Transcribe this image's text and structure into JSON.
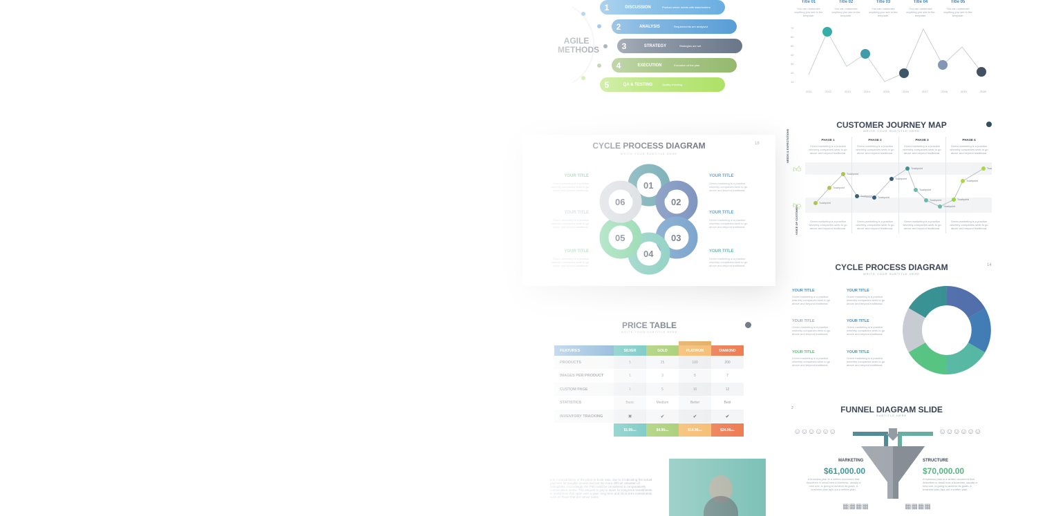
{
  "agile": {
    "title_line1": "AGILE",
    "title_line2": "METHODS",
    "steps": [
      {
        "num": "1",
        "label": "DISCUSSION",
        "desc": "Product owner meets with stakeholders",
        "color": "#2f8fd6"
      },
      {
        "num": "2",
        "label": "ANALYSIS",
        "desc": "Requirements are analysed",
        "color": "#1f7cc8"
      },
      {
        "num": "3",
        "label": "STRATEGY",
        "desc": "Strategies are set",
        "color": "#384b63"
      },
      {
        "num": "4",
        "label": "EXECUTION",
        "desc": "Execution of the plan",
        "color": "#6fa13c"
      },
      {
        "num": "5",
        "label": "QA & TESTING",
        "desc": "Quality checking",
        "color": "#8ed62a"
      }
    ]
  },
  "timeline": {
    "titles": [
      "Title 01",
      "Title 02",
      "Title 03",
      "Title 04",
      "Title 05"
    ],
    "desc": "You can customize anything you see in the template.",
    "y_ticks": [
      "70",
      "60",
      "50",
      "40",
      "30",
      "20",
      "10"
    ],
    "x_ticks": [
      "2011",
      "2012",
      "2013",
      "2014",
      "2015",
      "2016",
      "2017",
      "2018",
      "2019",
      "2020"
    ]
  },
  "cycle1": {
    "title": "CYCLE PROCESS DIAGRAM",
    "subtitle": "WRITE YOUR SUBTITLE HERE",
    "page": "18",
    "nodes": [
      "01",
      "02",
      "03",
      "04",
      "05",
      "06"
    ],
    "left_titles": [
      "YOUR TITLE",
      "YOUR TITLE",
      "YOUR TITLE"
    ],
    "right_titles": [
      "YOUR TITLE",
      "YOUR TITLE",
      "YOUR TITLE"
    ],
    "body": "Green marketing is a practice whereby companies seek to go above and beyond traditional."
  },
  "journey": {
    "title": "CUSTOMER JOURNEY MAP",
    "subtitle": "WRITE YOUR SUBTITLE HERE",
    "phases": [
      "PHASE 1",
      "PHASE 2",
      "PHASE 3",
      "PHASE 4"
    ],
    "row_top": "NEEDS & EXPECTATIONS",
    "row_bottom": "VOICE OF CUSTOMER",
    "touchpoint": "Touchpoint",
    "body": "Green marketing is a practice whereby companies seek to go above and beyond traditional."
  },
  "cycle2": {
    "title": "CYCLE PROCESS DIAGRAM",
    "subtitle": "WRITE YOUR SUBTITLE HERE",
    "page": "14",
    "titles": [
      "YOUR TITLE",
      "YOUR TITLE",
      "YOUR TITLE",
      "YOUR TITLE",
      "YOUR TITLE",
      "YOUR TITLE"
    ],
    "body": "Green marketing is a practice whereby companies seek to go above and beyond traditional."
  },
  "price": {
    "title": "PRICE TABLE",
    "subtitle": "WRITE YOUR SUBTITLE HERE",
    "header": {
      "features": "FEATURES",
      "plans": [
        "SILVER",
        "GOLD",
        "PLATINUM",
        "DIAMOND"
      ]
    },
    "plan_colors": [
      "#1aa39a",
      "#7cb62e",
      "#f2a33a",
      "#e8541e"
    ],
    "rows": [
      {
        "label": "PRODUCTS",
        "vals": [
          "5",
          "25",
          "100",
          "200"
        ]
      },
      {
        "label": "IMAGES PER PRODUCT",
        "vals": [
          "1",
          "3",
          "5",
          "7"
        ]
      },
      {
        "label": "CUSTOM PAGE",
        "vals": [
          "1",
          "5",
          "10",
          "12"
        ]
      },
      {
        "label": "STATISTICS",
        "vals": [
          "Basic",
          "Medium",
          "Better",
          "Best"
        ]
      },
      {
        "label": "INVENTORY TRACKING",
        "vals": [
          "✖",
          "✔",
          "✔",
          "✔"
        ]
      }
    ],
    "prices": [
      "$1.99",
      "$4.99",
      "$14.99",
      "$24.99"
    ],
    "per": "/mo"
  },
  "funnel": {
    "title": "FUNNEL DIAGRAM SLIDE",
    "subtitle": "SUBTITLE HERE",
    "page": "2",
    "left_label": "MARKETING",
    "left_value": "$61,000.00",
    "right_label": "STRUCTURE",
    "right_value": "$70,000.00",
    "body": "A business plan is a written document that describes in detail how a business, usually a new one, is going to achieve its goals. A business plan lays out a written plan."
  },
  "text_slide": {
    "body": "It is a crucial factor of the price-to-book ratio, due to it indicating the actual payment for tangible assets and not the more difficult valuation of intangibles. Accordingly, the P/B could be considered a comparatively conservative metric. The amount to pay in taxes for long-term investments in investment that span over a year; long-term and short-term investments such as those that are senior loans."
  }
}
